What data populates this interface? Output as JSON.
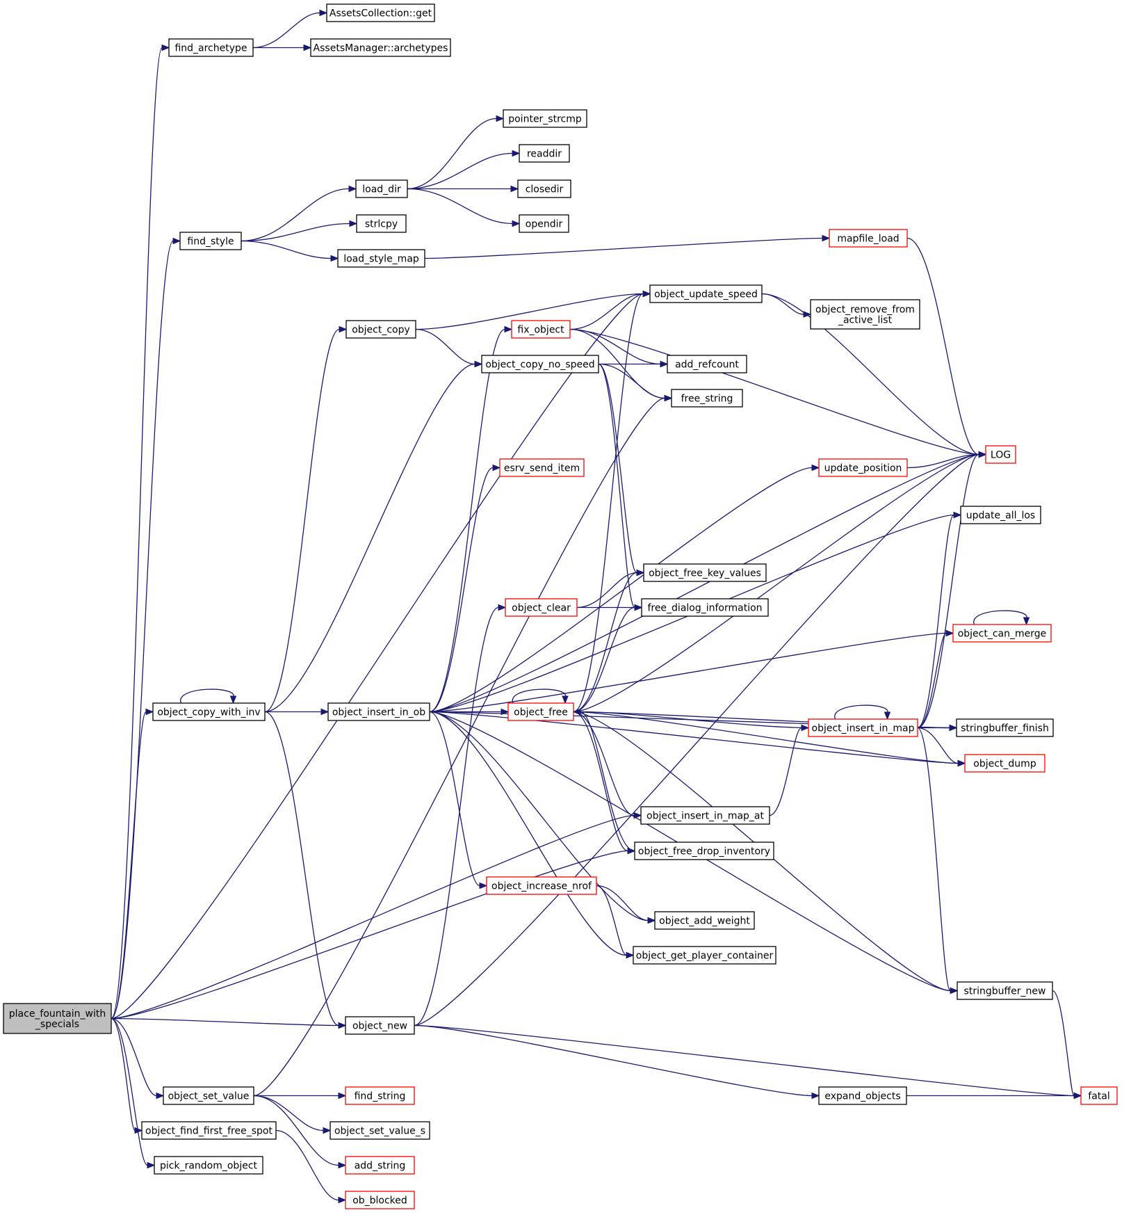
{
  "colors": {
    "edge": "#191970",
    "node_border_plain": "#000000",
    "node_border_truncated": "#ff0000",
    "root_fill": "#bfbfbf",
    "node_fill": "#ffffff"
  },
  "nodes": [
    {
      "id": "root",
      "lines": [
        "place_fountain_with",
        "_specials"
      ],
      "style": "root"
    },
    {
      "id": "find_archetype",
      "lines": [
        "find_archetype"
      ],
      "style": "plain"
    },
    {
      "id": "assets_get",
      "lines": [
        "AssetsCollection::get"
      ],
      "style": "plain"
    },
    {
      "id": "assets_arch",
      "lines": [
        "AssetsManager::archetypes"
      ],
      "style": "plain"
    },
    {
      "id": "pointer_strcmp",
      "lines": [
        "pointer_strcmp"
      ],
      "style": "plain"
    },
    {
      "id": "readdir",
      "lines": [
        "readdir"
      ],
      "style": "plain"
    },
    {
      "id": "load_dir",
      "lines": [
        "load_dir"
      ],
      "style": "plain"
    },
    {
      "id": "closedir",
      "lines": [
        "closedir"
      ],
      "style": "plain"
    },
    {
      "id": "strlcpy",
      "lines": [
        "strlcpy"
      ],
      "style": "plain"
    },
    {
      "id": "opendir",
      "lines": [
        "opendir"
      ],
      "style": "plain"
    },
    {
      "id": "find_style",
      "lines": [
        "find_style"
      ],
      "style": "plain"
    },
    {
      "id": "mapfile_load",
      "lines": [
        "mapfile_load"
      ],
      "style": "truncated"
    },
    {
      "id": "load_style_map",
      "lines": [
        "load_style_map"
      ],
      "style": "plain"
    },
    {
      "id": "object_update_speed",
      "lines": [
        "object_update_speed"
      ],
      "style": "plain"
    },
    {
      "id": "object_remove_from_active_list",
      "lines": [
        "object_remove_from",
        "_active_list"
      ],
      "style": "plain"
    },
    {
      "id": "object_copy",
      "lines": [
        "object_copy"
      ],
      "style": "plain"
    },
    {
      "id": "fix_object",
      "lines": [
        "fix_object"
      ],
      "style": "truncated"
    },
    {
      "id": "object_copy_no_speed",
      "lines": [
        "object_copy_no_speed"
      ],
      "style": "plain"
    },
    {
      "id": "add_refcount",
      "lines": [
        "add_refcount"
      ],
      "style": "plain"
    },
    {
      "id": "free_string",
      "lines": [
        "free_string"
      ],
      "style": "plain"
    },
    {
      "id": "LOG",
      "lines": [
        "LOG"
      ],
      "style": "truncated"
    },
    {
      "id": "esrv_send_item",
      "lines": [
        "esrv_send_item"
      ],
      "style": "truncated"
    },
    {
      "id": "update_position",
      "lines": [
        "update_position"
      ],
      "style": "truncated"
    },
    {
      "id": "update_all_los",
      "lines": [
        "update_all_los"
      ],
      "style": "plain"
    },
    {
      "id": "object_free_key_values",
      "lines": [
        "object_free_key_values"
      ],
      "style": "plain"
    },
    {
      "id": "object_clear",
      "lines": [
        "object_clear"
      ],
      "style": "truncated"
    },
    {
      "id": "free_dialog_information",
      "lines": [
        "free_dialog_information"
      ],
      "style": "plain"
    },
    {
      "id": "object_can_merge",
      "lines": [
        "object_can_merge"
      ],
      "style": "truncated"
    },
    {
      "id": "object_copy_with_inv",
      "lines": [
        "object_copy_with_inv"
      ],
      "style": "plain"
    },
    {
      "id": "object_insert_in_ob",
      "lines": [
        "object_insert_in_ob"
      ],
      "style": "plain"
    },
    {
      "id": "object_free",
      "lines": [
        "object_free"
      ],
      "style": "truncated"
    },
    {
      "id": "object_insert_in_map",
      "lines": [
        "object_insert_in_map"
      ],
      "style": "truncated"
    },
    {
      "id": "stringbuffer_finish",
      "lines": [
        "stringbuffer_finish"
      ],
      "style": "plain"
    },
    {
      "id": "object_dump",
      "lines": [
        "object_dump"
      ],
      "style": "truncated"
    },
    {
      "id": "object_insert_in_map_at",
      "lines": [
        "object_insert_in_map_at"
      ],
      "style": "plain"
    },
    {
      "id": "object_free_drop_inventory",
      "lines": [
        "object_free_drop_inventory"
      ],
      "style": "plain"
    },
    {
      "id": "object_increase_nrof",
      "lines": [
        "object_increase_nrof"
      ],
      "style": "truncated"
    },
    {
      "id": "object_add_weight",
      "lines": [
        "object_add_weight"
      ],
      "style": "plain"
    },
    {
      "id": "object_get_player_container",
      "lines": [
        "object_get_player_container"
      ],
      "style": "plain"
    },
    {
      "id": "stringbuffer_new",
      "lines": [
        "stringbuffer_new"
      ],
      "style": "plain"
    },
    {
      "id": "object_new",
      "lines": [
        "object_new"
      ],
      "style": "plain"
    },
    {
      "id": "object_set_value",
      "lines": [
        "object_set_value"
      ],
      "style": "plain"
    },
    {
      "id": "find_string",
      "lines": [
        "find_string"
      ],
      "style": "truncated"
    },
    {
      "id": "expand_objects",
      "lines": [
        "expand_objects"
      ],
      "style": "plain"
    },
    {
      "id": "fatal",
      "lines": [
        "fatal"
      ],
      "style": "truncated"
    },
    {
      "id": "object_find_first_free_spot",
      "lines": [
        "object_find_first_free_spot"
      ],
      "style": "plain"
    },
    {
      "id": "object_set_value_s",
      "lines": [
        "object_set_value_s"
      ],
      "style": "plain"
    },
    {
      "id": "add_string",
      "lines": [
        "add_string"
      ],
      "style": "truncated"
    },
    {
      "id": "pick_random_object",
      "lines": [
        "pick_random_object"
      ],
      "style": "plain"
    },
    {
      "id": "ob_blocked",
      "lines": [
        "ob_blocked"
      ],
      "style": "truncated"
    }
  ],
  "edges": [
    {
      "from": "root",
      "to": "find_archetype"
    },
    {
      "from": "root",
      "to": "object_update_speed"
    },
    {
      "from": "root",
      "to": "find_style"
    },
    {
      "from": "root",
      "to": "object_copy_with_inv"
    },
    {
      "from": "root",
      "to": "object_insert_in_map_at"
    },
    {
      "from": "root",
      "to": "object_new"
    },
    {
      "from": "root",
      "to": "object_free_drop_inventory"
    },
    {
      "from": "root",
      "to": "object_set_value"
    },
    {
      "from": "root",
      "to": "object_find_first_free_spot"
    },
    {
      "from": "root",
      "to": "pick_random_object"
    },
    {
      "from": "find_archetype",
      "to": "assets_get"
    },
    {
      "from": "find_archetype",
      "to": "assets_arch"
    },
    {
      "from": "find_style",
      "to": "load_dir"
    },
    {
      "from": "find_style",
      "to": "strlcpy"
    },
    {
      "from": "find_style",
      "to": "load_style_map"
    },
    {
      "from": "load_dir",
      "to": "pointer_strcmp"
    },
    {
      "from": "load_dir",
      "to": "readdir"
    },
    {
      "from": "load_dir",
      "to": "closedir"
    },
    {
      "from": "load_dir",
      "to": "opendir"
    },
    {
      "from": "load_style_map",
      "to": "mapfile_load"
    },
    {
      "from": "mapfile_load",
      "to": "LOG"
    },
    {
      "from": "object_update_speed",
      "to": "object_remove_from_active_list"
    },
    {
      "from": "object_update_speed",
      "to": "LOG"
    },
    {
      "from": "object_copy",
      "to": "object_update_speed"
    },
    {
      "from": "object_copy",
      "to": "object_copy_no_speed"
    },
    {
      "from": "fix_object",
      "to": "object_update_speed"
    },
    {
      "from": "fix_object",
      "to": "add_refcount"
    },
    {
      "from": "fix_object",
      "to": "free_string"
    },
    {
      "from": "fix_object",
      "to": "LOG"
    },
    {
      "from": "object_copy_no_speed",
      "to": "add_refcount"
    },
    {
      "from": "object_copy_no_speed",
      "to": "free_string"
    },
    {
      "from": "object_copy_no_speed",
      "to": "object_free_key_values"
    },
    {
      "from": "object_copy_no_speed",
      "to": "free_dialog_information"
    },
    {
      "from": "update_position",
      "to": "LOG"
    },
    {
      "from": "object_clear",
      "to": "object_free_key_values"
    },
    {
      "from": "object_clear",
      "to": "free_dialog_information"
    },
    {
      "from": "object_copy_with_inv",
      "to": "object_copy"
    },
    {
      "from": "object_copy_with_inv",
      "to": "object_copy_no_speed"
    },
    {
      "from": "object_copy_with_inv",
      "to": "object_insert_in_ob"
    },
    {
      "from": "object_copy_with_inv",
      "to": "object_new"
    },
    {
      "from": "object_copy_with_inv",
      "to": "object_copy_with_inv"
    },
    {
      "from": "object_insert_in_ob",
      "to": "fix_object"
    },
    {
      "from": "object_insert_in_ob",
      "to": "esrv_send_item"
    },
    {
      "from": "object_insert_in_ob",
      "to": "update_position"
    },
    {
      "from": "object_insert_in_ob",
      "to": "LOG"
    },
    {
      "from": "object_insert_in_ob",
      "to": "update_all_los"
    },
    {
      "from": "object_insert_in_ob",
      "to": "object_can_merge"
    },
    {
      "from": "object_insert_in_ob",
      "to": "object_free"
    },
    {
      "from": "object_insert_in_ob",
      "to": "object_increase_nrof"
    },
    {
      "from": "object_insert_in_ob",
      "to": "object_add_weight"
    },
    {
      "from": "object_insert_in_ob",
      "to": "object_get_player_container"
    },
    {
      "from": "object_insert_in_ob",
      "to": "object_dump"
    },
    {
      "from": "object_insert_in_ob",
      "to": "stringbuffer_new"
    },
    {
      "from": "object_insert_in_ob",
      "to": "stringbuffer_finish"
    },
    {
      "from": "object_free",
      "to": "object_update_speed"
    },
    {
      "from": "object_free",
      "to": "object_free_key_values"
    },
    {
      "from": "object_free",
      "to": "free_dialog_information"
    },
    {
      "from": "object_free",
      "to": "object_insert_in_map_at"
    },
    {
      "from": "object_free",
      "to": "object_free_drop_inventory"
    },
    {
      "from": "object_free",
      "to": "stringbuffer_finish"
    },
    {
      "from": "object_free",
      "to": "stringbuffer_new"
    },
    {
      "from": "object_free",
      "to": "object_dump"
    },
    {
      "from": "object_free",
      "to": "LOG"
    },
    {
      "from": "object_free",
      "to": "object_free"
    },
    {
      "from": "object_insert_in_map",
      "to": "object_free"
    },
    {
      "from": "object_insert_in_map",
      "to": "LOG"
    },
    {
      "from": "object_insert_in_map",
      "to": "update_all_los"
    },
    {
      "from": "object_insert_in_map",
      "to": "object_can_merge"
    },
    {
      "from": "object_insert_in_map",
      "to": "stringbuffer_finish"
    },
    {
      "from": "object_insert_in_map",
      "to": "object_dump"
    },
    {
      "from": "object_insert_in_map",
      "to": "stringbuffer_new"
    },
    {
      "from": "object_insert_in_map",
      "to": "object_insert_in_map"
    },
    {
      "from": "object_insert_in_map_at",
      "to": "object_insert_in_map"
    },
    {
      "from": "object_free_drop_inventory",
      "to": "object_free"
    },
    {
      "from": "object_increase_nrof",
      "to": "object_add_weight"
    },
    {
      "from": "object_increase_nrof",
      "to": "object_get_player_container"
    },
    {
      "from": "object_can_merge",
      "to": "object_can_merge"
    },
    {
      "from": "stringbuffer_new",
      "to": "fatal"
    },
    {
      "from": "object_new",
      "to": "object_clear"
    },
    {
      "from": "object_new",
      "to": "expand_objects"
    },
    {
      "from": "object_new",
      "to": "fatal"
    },
    {
      "from": "object_new",
      "to": "LOG"
    },
    {
      "from": "object_set_value",
      "to": "find_string"
    },
    {
      "from": "object_set_value",
      "to": "object_set_value_s"
    },
    {
      "from": "object_set_value",
      "to": "add_string"
    },
    {
      "from": "object_set_value",
      "to": "free_string"
    },
    {
      "from": "expand_objects",
      "to": "fatal"
    },
    {
      "from": "object_find_first_free_spot",
      "to": "ob_blocked"
    }
  ]
}
